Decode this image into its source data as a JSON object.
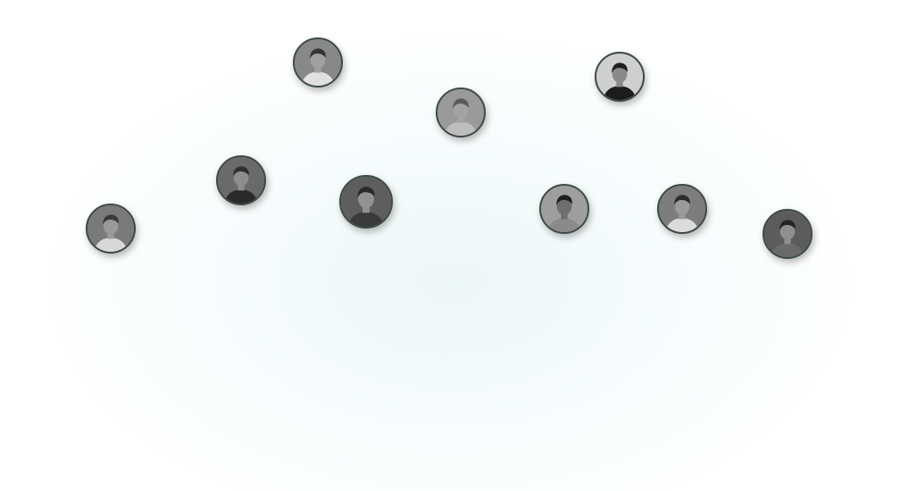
{
  "avatars": [
    {
      "id": "a1",
      "icon": "person-portrait-icon",
      "tone": "#9a9a9a",
      "bg": "#7a7a7a",
      "hair": "#3a3a3a",
      "shirt": "#d8d8d8"
    },
    {
      "id": "a2",
      "icon": "person-portrait-icon",
      "tone": "#8d8d8d",
      "bg": "#6a6a6a",
      "hair": "#2f2f2f",
      "shirt": "#2a2a2a"
    },
    {
      "id": "a3",
      "icon": "person-portrait-icon",
      "tone": "#a0a0a0",
      "bg": "#888888",
      "hair": "#333333",
      "shirt": "#e0e0e0"
    },
    {
      "id": "a4",
      "icon": "person-portrait-icon",
      "tone": "#929292",
      "bg": "#5e5e5e",
      "hair": "#2a2a2a",
      "shirt": "#3a3a3a"
    },
    {
      "id": "a5",
      "icon": "person-portrait-icon",
      "tone": "#a3a3a3",
      "bg": "#9a9a9a",
      "hair": "#5a5a5a",
      "shirt": "#bdbdbd"
    },
    {
      "id": "a6",
      "icon": "person-portrait-icon",
      "tone": "#8a8a8a",
      "bg": "#cfcfcf",
      "hair": "#1f1f1f",
      "shirt": "#1c1c1c"
    },
    {
      "id": "a7",
      "icon": "person-portrait-icon",
      "tone": "#6e6e6e",
      "bg": "#9e9e9e",
      "hair": "#1e1e1e",
      "shirt": "#8a8a8a"
    },
    {
      "id": "a8",
      "icon": "person-portrait-icon",
      "tone": "#9b9b9b",
      "bg": "#7d7d7d",
      "hair": "#2c2c2c",
      "shirt": "#dcdcdc"
    },
    {
      "id": "a9",
      "icon": "person-portrait-icon",
      "tone": "#8f8f8f",
      "bg": "#5c5c5c",
      "hair": "#242424",
      "shirt": "#6a6a6a"
    }
  ]
}
